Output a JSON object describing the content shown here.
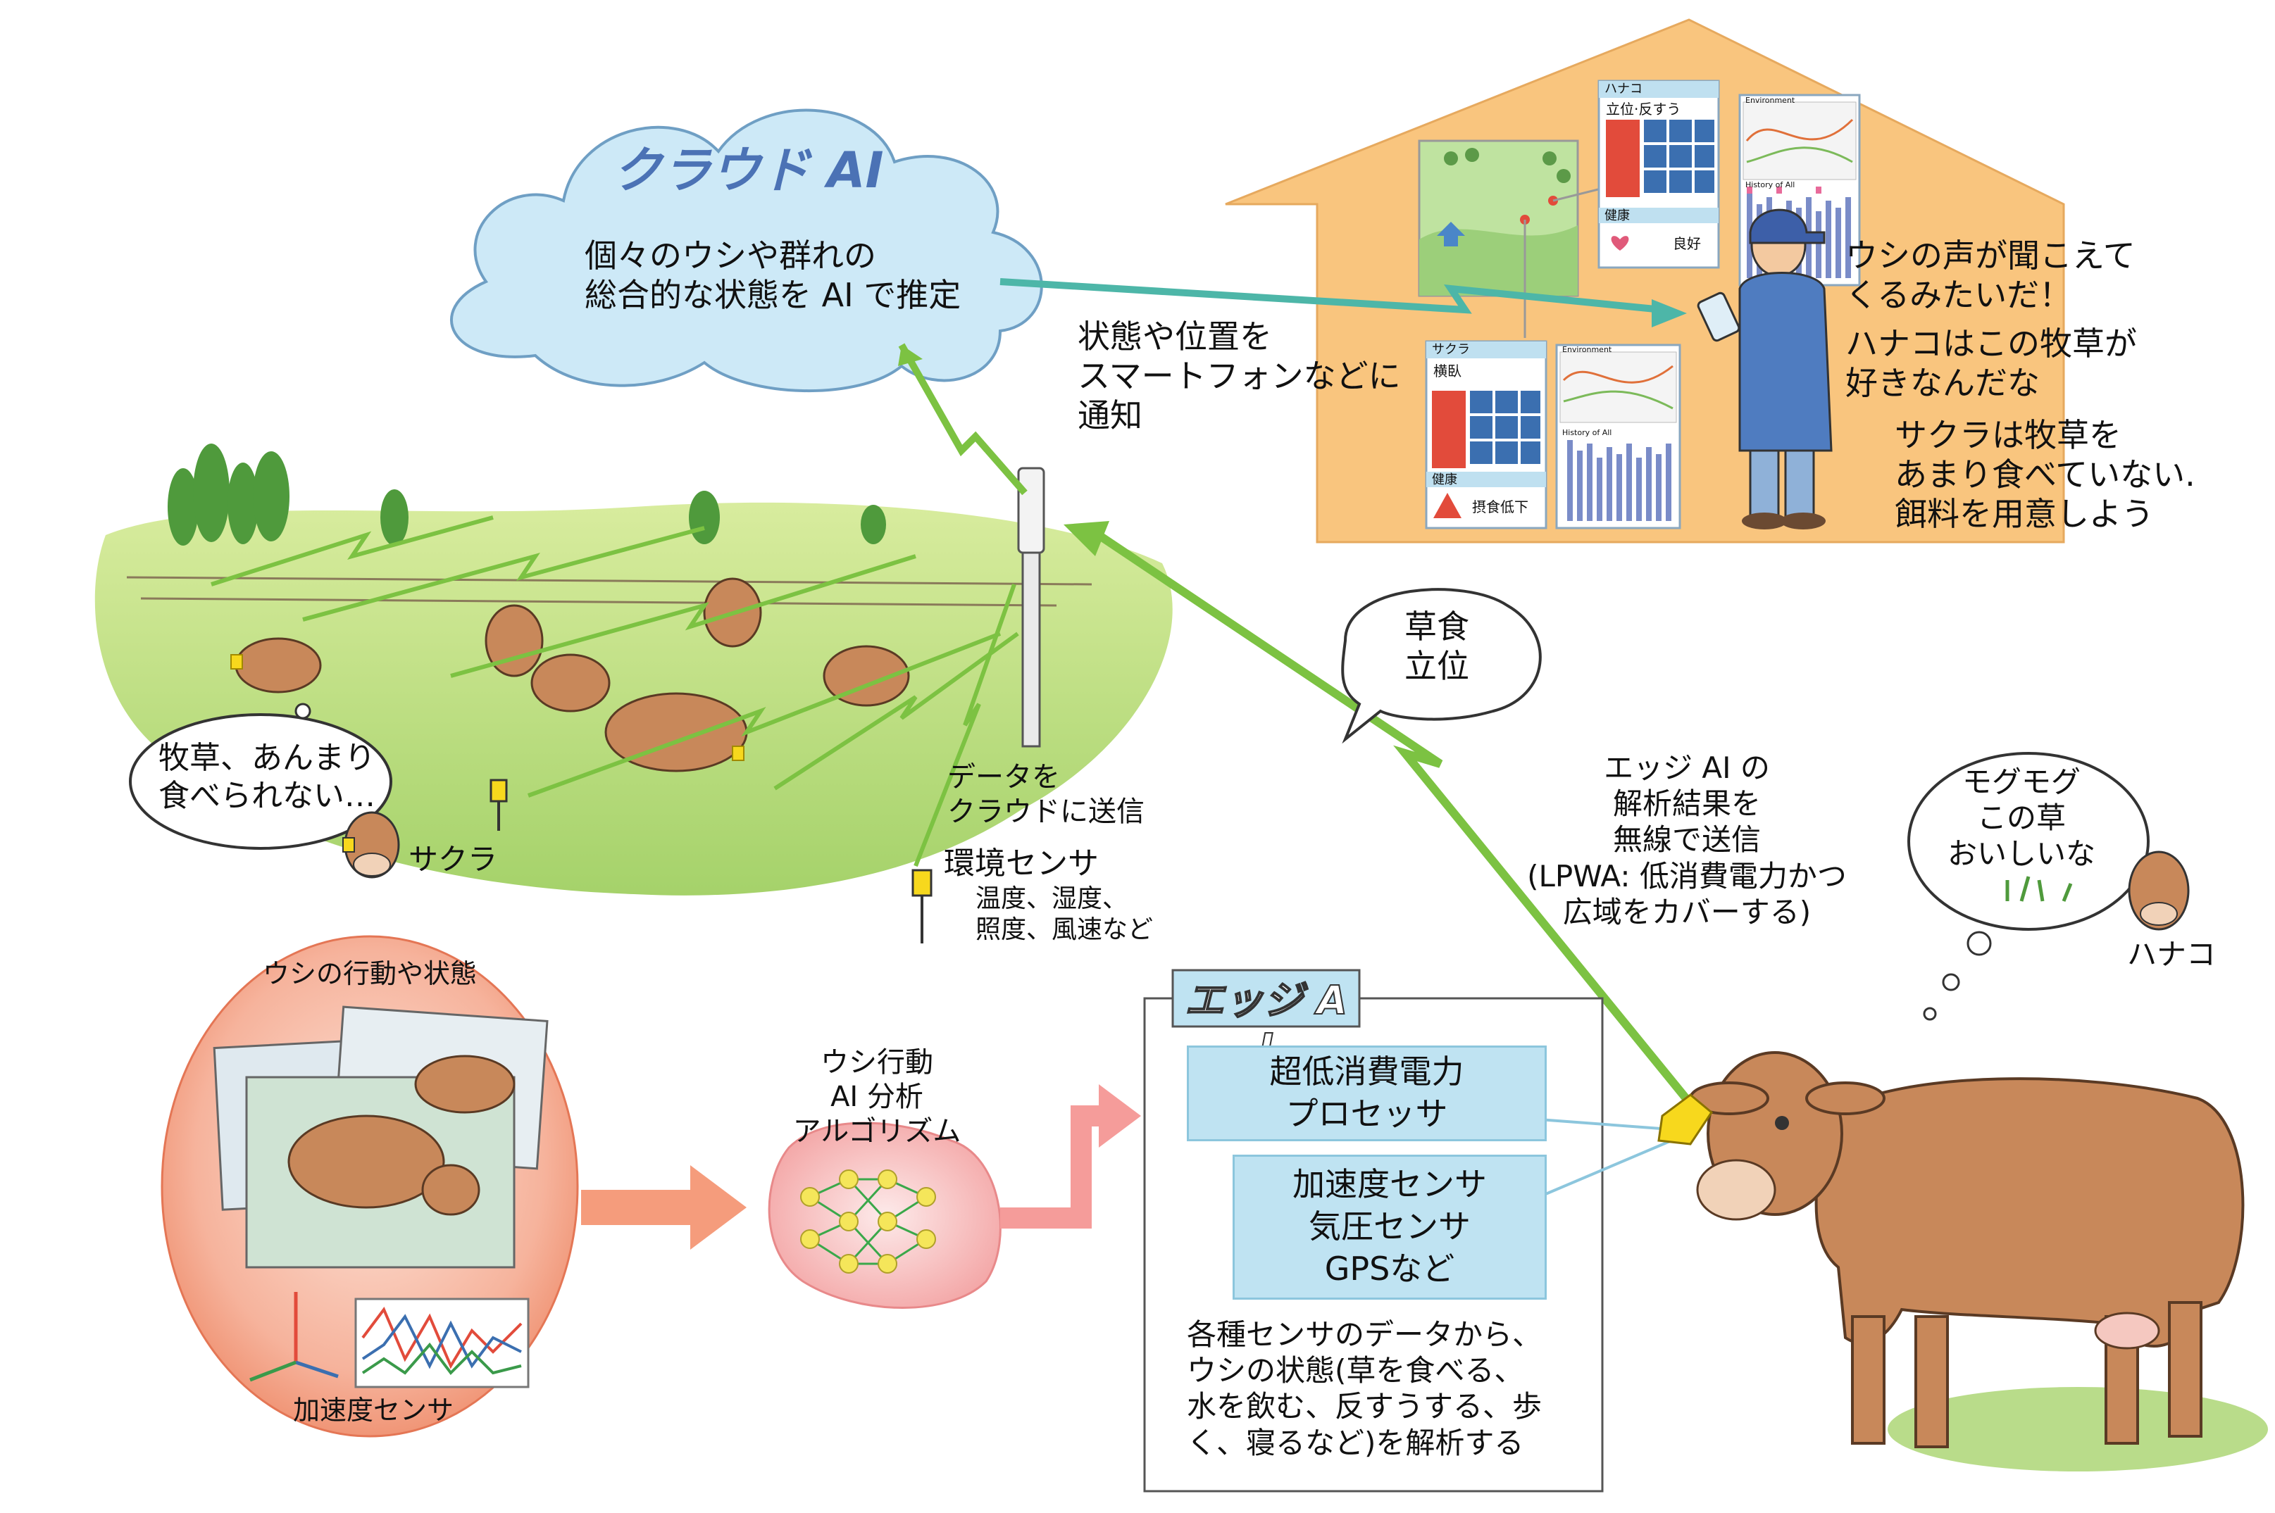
{
  "cloud": {
    "title": "クラウド AI",
    "desc": "個々のウシや群れの\n総合的な状態を AI で推定"
  },
  "notify_text": "状態や位置を\nスマートフォンなどに\n通知",
  "farmer": {
    "line1": "ウシの声が聞こえて\nくるみたいだ！",
    "line2": "ハナコはこの牧草が\n好きなんだな",
    "line3": "サクラは牧草を\nあまり食べていない.\n餌料を用意しよう"
  },
  "dashboard": {
    "hanako_panel": {
      "name": "ハナコ",
      "state": "立位·反すう",
      "health_label": "健康",
      "health_value": "良好"
    },
    "sakura_panel": {
      "name": "サクラ",
      "state": "横臥",
      "health_label": "健康",
      "health_value": "摂食低下"
    },
    "chart_label_env": "Environment",
    "chart_label_hist": "History of All"
  },
  "pasture": {
    "sakura_bubble": "牧草、あんまり\n食べられない…",
    "sakura_name": "サクラ",
    "upload_text": "データを\nクラウドに送信",
    "env_sensor_title": "環境センサ",
    "env_sensor_desc": "温度、湿度、\n照度、風速など"
  },
  "edge_send": {
    "bubble": "草食\n立位",
    "desc": "エッジ AI の\n解析結果を\n無線で送信\n(LPWA: 低消費電力かつ\n広域をカバーする)"
  },
  "hanako": {
    "bubble": "モグモグ\nこの草\nおいしいな",
    "name": "ハナコ"
  },
  "training": {
    "title": "ウシの行動や状態",
    "sensor_label": "加速度センサ"
  },
  "algorithm": {
    "label": "ウシ行動\nAI 分析\nアルゴリズム"
  },
  "edge_ai": {
    "title": "エッジ A I",
    "box1": "超低消費電力\nプロセッサ",
    "box2": "加速度センサ\n気圧センサ\nGPSなど",
    "desc": "各種センサのデータから、\nウシの状態(草を食べる、\n水を飲む、反すうする、歩\nく、寝るなど)を解析する"
  },
  "colors": {
    "cloud": "#cde9f7",
    "house": "#f9c57e",
    "grass": "#a9d46b",
    "wireless": "#7cc242",
    "training_bg": "#f08a6b",
    "box": "#bfe3f2",
    "cow": "#c8885a",
    "tag": "#f7d81d"
  }
}
